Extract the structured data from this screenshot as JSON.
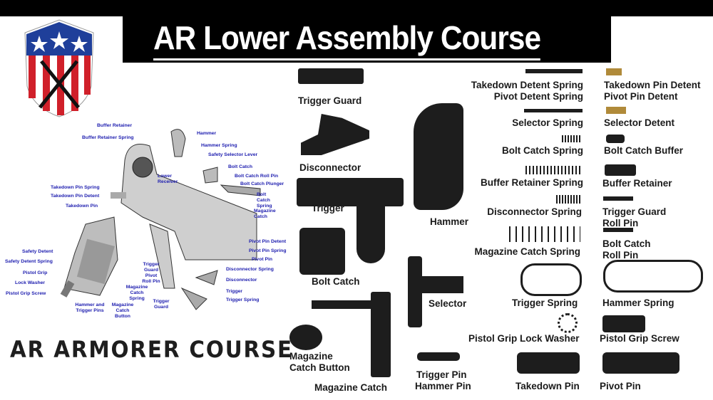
{
  "header": {
    "title": "AR Lower Assembly Course"
  },
  "logo": {
    "name": "stars-and-stripes-shield-crossed-rifles-logo",
    "colors": {
      "blue": "#1f3f9a",
      "red": "#d0202a",
      "white": "#ffffff"
    }
  },
  "footer_brand": {
    "text": "AR ARMORER COURSE"
  },
  "diagram_labels": [
    "Buffer Retainer",
    "Buffer Retainer Spring",
    "Takedown Pin Spring",
    "Takedown Pin Detent",
    "Takedown Pin",
    "Safety Detent",
    "Safety Detent Spring",
    "Pistol Grip",
    "Lock Washer",
    "Pistol Grip Screw",
    "Hammer and Trigger Pins",
    "Magazine Catch Button",
    "Magazine Catch Spring",
    "Trigger Guard Pivot Roll Pin",
    "Trigger Guard",
    "Hammer",
    "Hammer Spring",
    "Safety Selector Lever",
    "Lower Receiver",
    "Bolt Catch",
    "Bolt Catch Roll Pin",
    "Bolt Catch Plunger",
    "Bolt Catch Spring",
    "Magazine Catch",
    "Pivot Pin Detent",
    "Pivot Pin Spring",
    "Pivot Pin",
    "Disconnector Spring",
    "Disconnector",
    "Trigger",
    "Trigger Spring"
  ],
  "parts_labels": [
    "Trigger Guard",
    "Disconnector",
    "Trigger",
    "Bolt Catch",
    "Hammer",
    "Selector",
    "Magazine Catch Button",
    "Magazine Catch",
    "Trigger Pin",
    "Hammer Pin",
    "Takedown Detent Spring",
    "Pivot Detent Spring",
    "Selector Spring",
    "Bolt Catch Spring",
    "Buffer Retainer Spring",
    "Disconnector Spring",
    "Magazine Catch Spring",
    "Trigger Spring",
    "Pistol Grip Lock Washer",
    "Takedown Pin",
    "Takedown Pin Detent",
    "Pivot Pin Detent",
    "Selector Detent",
    "Bolt Catch Buffer",
    "Buffer Retainer",
    "Trigger Guard Roll Pin",
    "Bolt Catch Roll Pin",
    "Hammer Spring",
    "Pistol Grip Screw",
    "Pivot Pin"
  ]
}
